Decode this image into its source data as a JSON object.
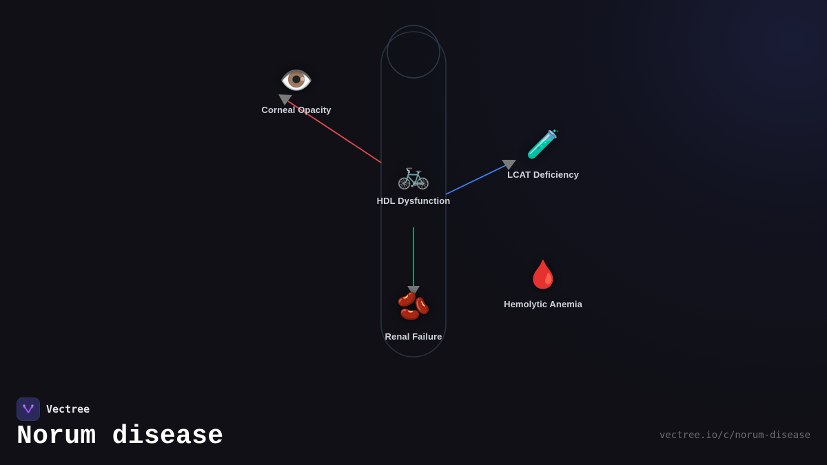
{
  "diagram": {
    "title": "Norum disease",
    "center_node": {
      "id": "hdl",
      "label": "HDL Dysfunction",
      "icon": "bicycle-icon",
      "glyph": "🚲"
    },
    "nodes": [
      {
        "id": "corneal",
        "label": "Corneal Opacity",
        "icon": "eye-icon",
        "glyph": "👁️"
      },
      {
        "id": "hdl",
        "label": "HDL Dysfunction",
        "icon": "bicycle-icon",
        "glyph": "🚲"
      },
      {
        "id": "lcat",
        "label": "LCAT Deficiency",
        "icon": "test-tube-icon",
        "glyph": "🧪"
      },
      {
        "id": "hemolytic",
        "label": "Hemolytic Anemia",
        "icon": "drop-of-blood-icon",
        "glyph": "🩸"
      },
      {
        "id": "renal",
        "label": "Renal Failure",
        "icon": "beans-icon",
        "glyph": "🫘"
      }
    ],
    "edges": [
      {
        "from": "hdl",
        "to": "corneal",
        "color": "#e5484d"
      },
      {
        "from": "hdl",
        "to": "lcat",
        "color": "#3b82f6"
      },
      {
        "from": "hdl",
        "to": "renal",
        "color": "#22a06b"
      }
    ],
    "colors": {
      "background": "#101016",
      "outline": "#2a3443",
      "arrowhead": "#7a7a7a",
      "label": "#cfd3dc"
    }
  },
  "footer": {
    "brand_name": "Vectree",
    "title": "Norum disease",
    "url": "vectree.io/c/norum-disease"
  }
}
